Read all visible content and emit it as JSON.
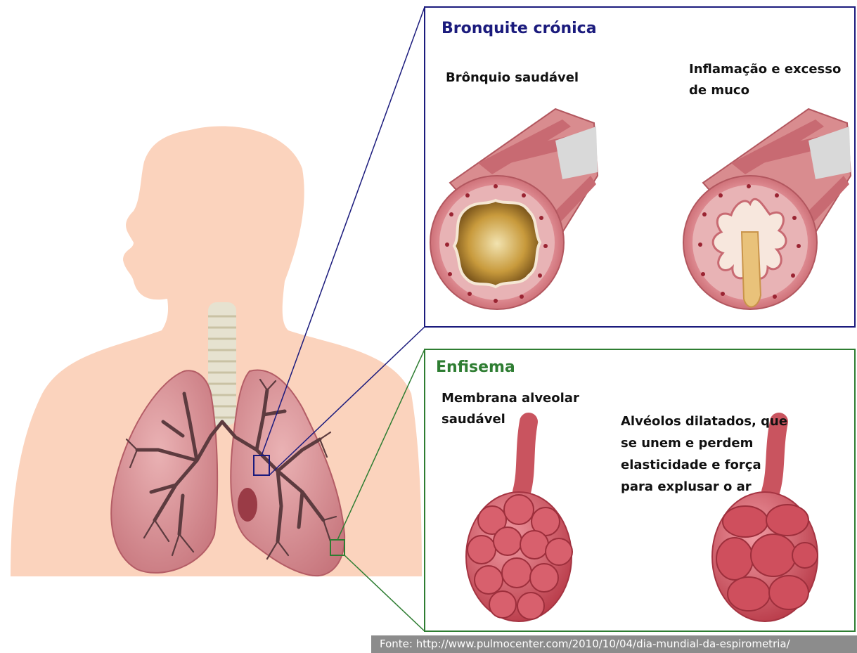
{
  "panels": {
    "bronchitis": {
      "title": "Bronquite crónica",
      "title_color": "#1b1b7d",
      "healthy_label": "Brônquio saudável",
      "diseased_label_line1": "Inflamação e excesso",
      "diseased_label_line2": "de muco"
    },
    "emphysema": {
      "title": "Enfisema",
      "title_color": "#2e7d32",
      "healthy_label_line1": "Membrana alveolar",
      "healthy_label_line2": "saudável",
      "diseased_label_line1": "Alvéolos dilatados, que",
      "diseased_label_line2": "se unem e perdem",
      "diseased_label_line3": "elasticidade e força",
      "diseased_label_line4": "para explusar o ar"
    }
  },
  "source": "Fonte: http://www.pulmocenter.com/2010/10/04/dia-mundial-da-espirometria/",
  "colors": {
    "skin": "#fbd3bd",
    "lung": "#d9868c",
    "bronchus_border": "#1b1b7d",
    "emphysema_border": "#2e7d32"
  }
}
